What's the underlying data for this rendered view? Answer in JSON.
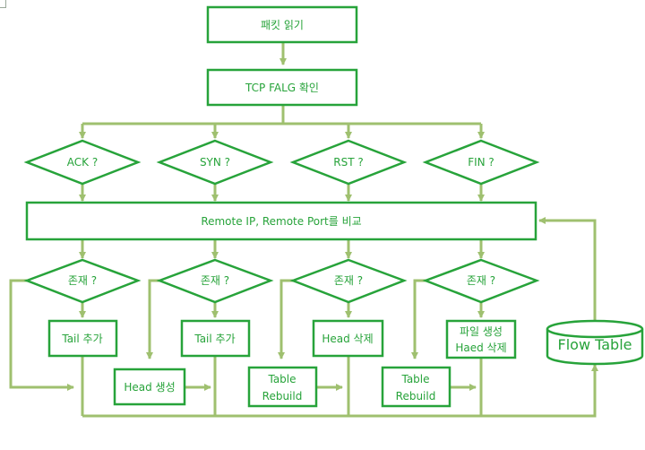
{
  "colors": {
    "box_stroke": "#27a33a",
    "text": "#27a33a",
    "connector": "#9fc06f"
  },
  "nodes": {
    "read_packet": "패킷 읽기",
    "check_flag": "TCP FALG 확인",
    "ack": "ACK ?",
    "syn": "SYN ?",
    "rst": "RST ?",
    "fin": "FIN ?",
    "compare": "Remote IP, Remote Port를 비교",
    "exists1": "존재 ?",
    "exists2": "존재 ?",
    "exists3": "존재 ?",
    "exists4": "존재 ?",
    "tail_add1": "Tail 추가",
    "tail_add2": "Tail 추가",
    "head_delete": "Head 삭제",
    "file_create": "파일 생성",
    "haed_delete": "Haed 삭제",
    "head_create": "Head 생성",
    "table_rebuild1_line1": "Table",
    "table_rebuild1_line2": "Rebuild",
    "table_rebuild2_line1": "Table",
    "table_rebuild2_line2": "Rebuild",
    "flow_table": "Flow Table"
  }
}
